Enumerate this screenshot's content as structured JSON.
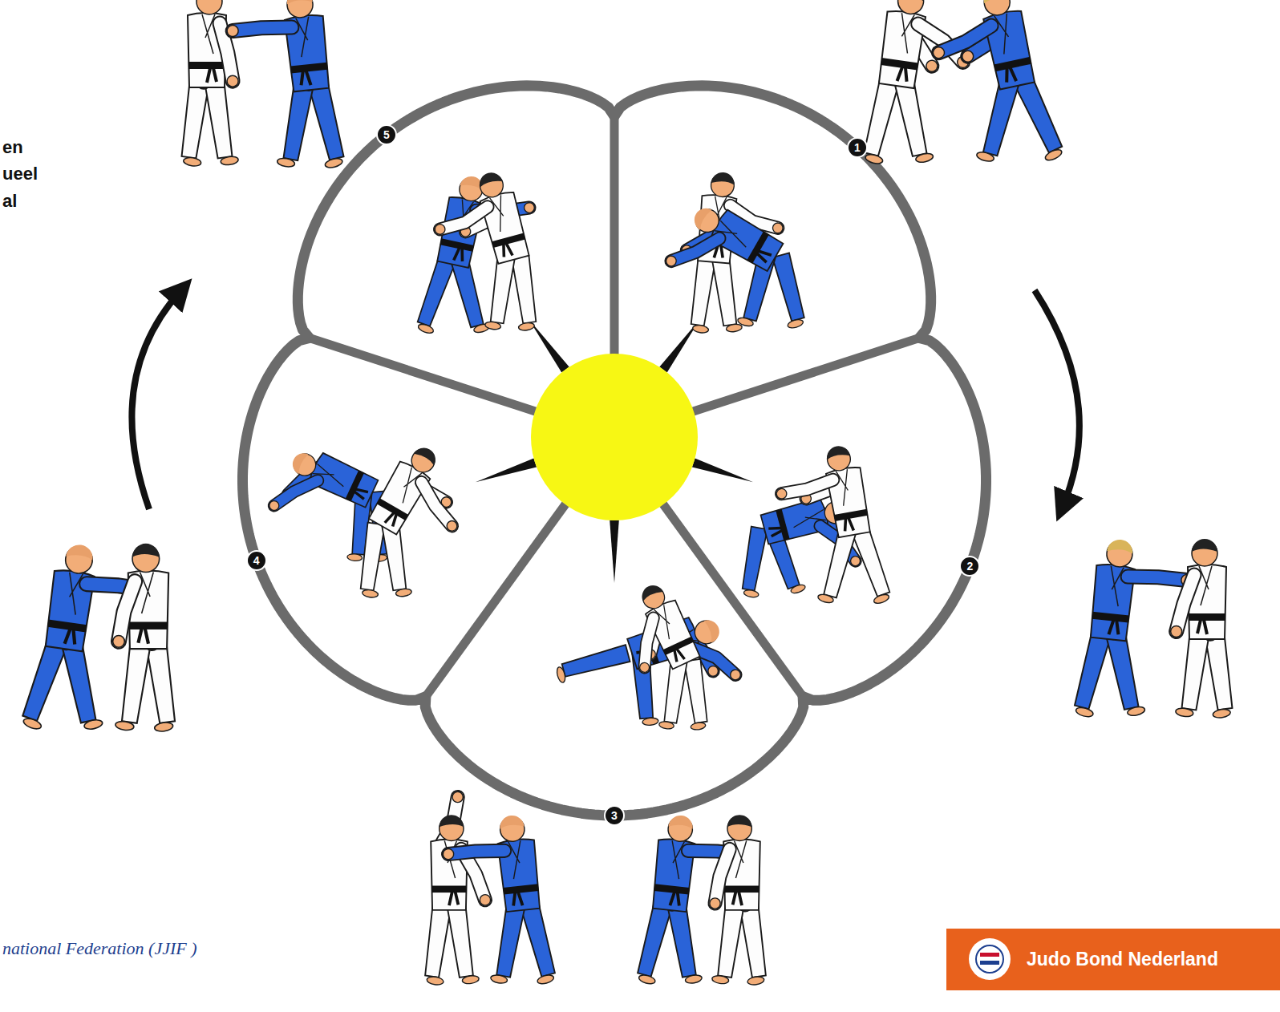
{
  "diagram": {
    "nodes": [
      {
        "text": [
          "1"
        ]
      },
      {
        "text": [
          "2"
        ]
      },
      {
        "text": [
          "3"
        ]
      },
      {
        "text": [
          "4"
        ]
      },
      {
        "text": [
          "5"
        ]
      },
      {
        "text": [
          "Judo Bond Nederland"
        ]
      }
    ],
    "labels": [
      "en",
      "ueel",
      "al",
      "national Federation (JJIF )"
    ]
  }
}
